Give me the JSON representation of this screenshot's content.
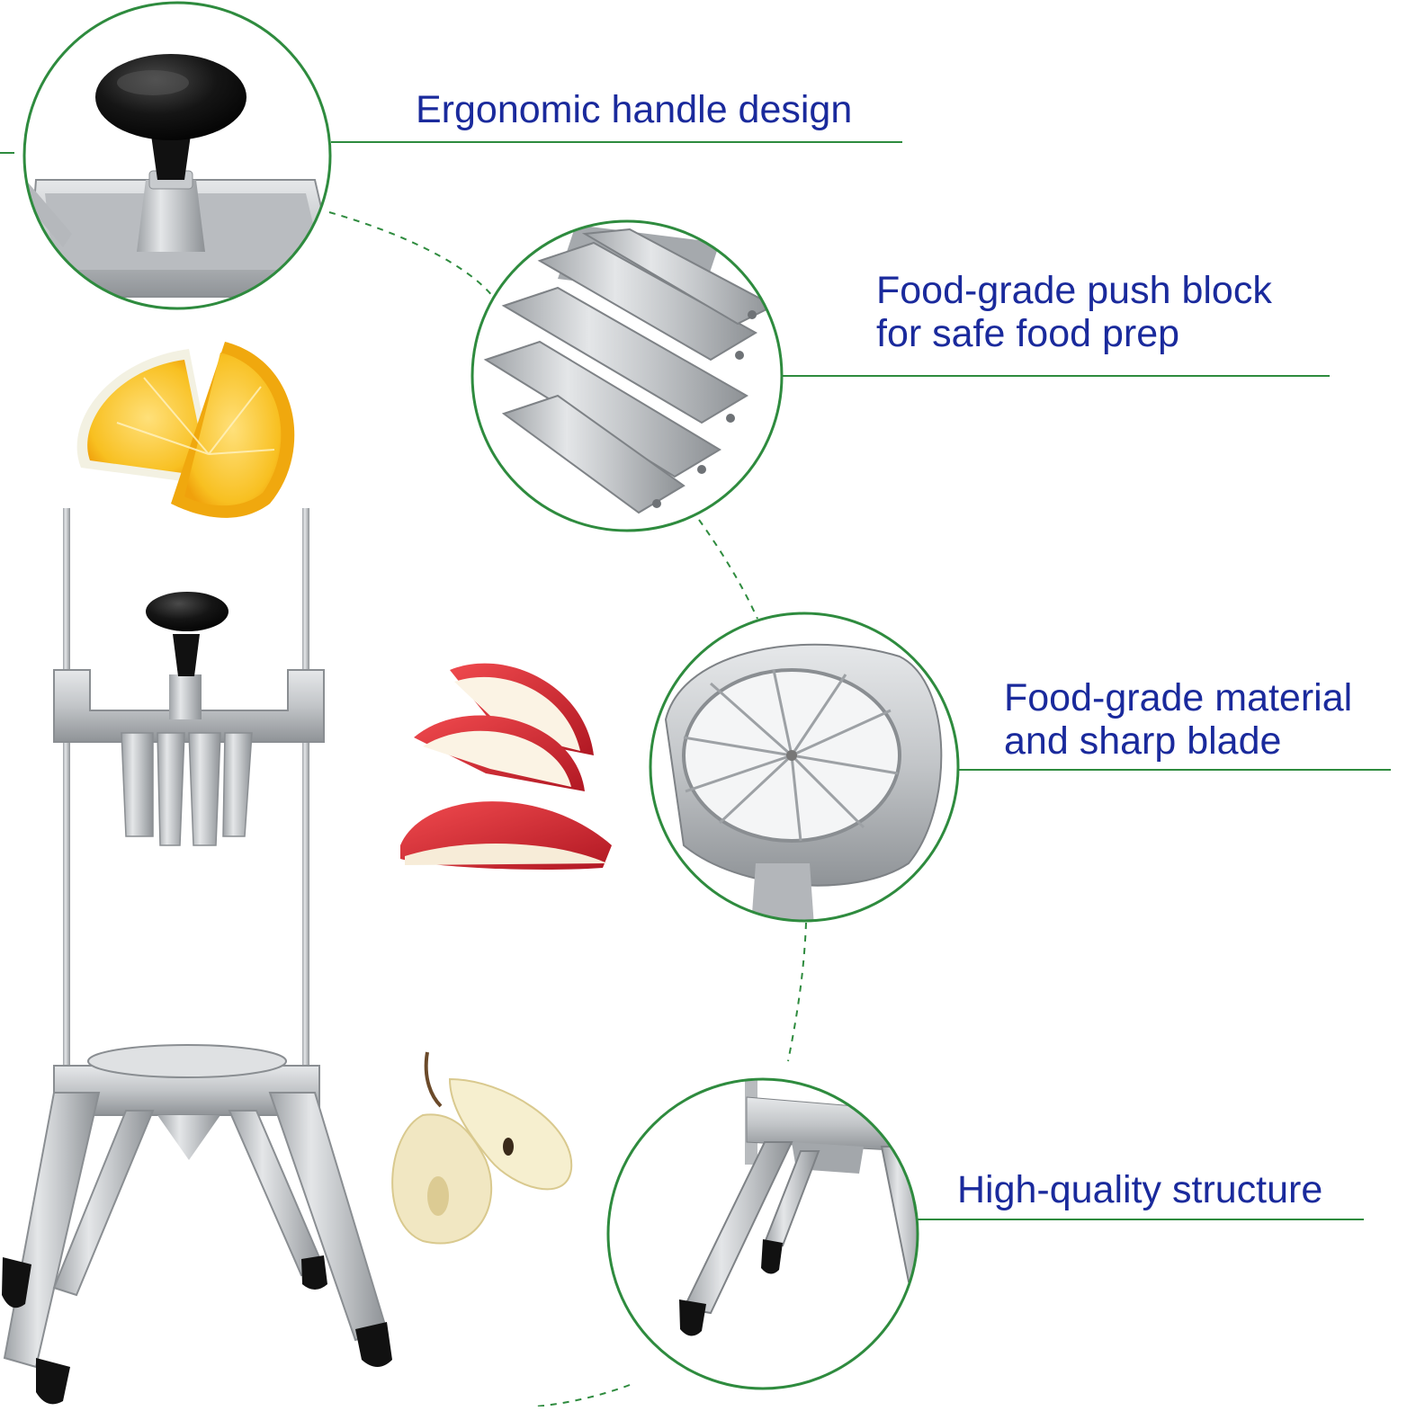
{
  "features": {
    "handle": {
      "lines": [
        "Ergonomic handle design"
      ]
    },
    "push_block": {
      "lines": [
        "Food-grade push block",
        "for safe food prep"
      ]
    },
    "material": {
      "lines": [
        "Food-grade material",
        "and sharp blade"
      ]
    },
    "structure": {
      "lines": [
        "High-quality structure"
      ]
    }
  },
  "colors": {
    "label_text": "#1a2a9c",
    "accent_green": "#2e8b3e",
    "aluminum": "#c9cccf",
    "black_part": "#111111",
    "lemon": "#f7b91a",
    "apple_red": "#d6262f",
    "pear_flesh": "#f4eccb"
  },
  "icons": {
    "handle_detail": "knob-handle-icon",
    "push_block_detail": "push-block-icon",
    "blade_detail": "blade-ring-icon",
    "structure_detail": "tripod-legs-icon"
  }
}
